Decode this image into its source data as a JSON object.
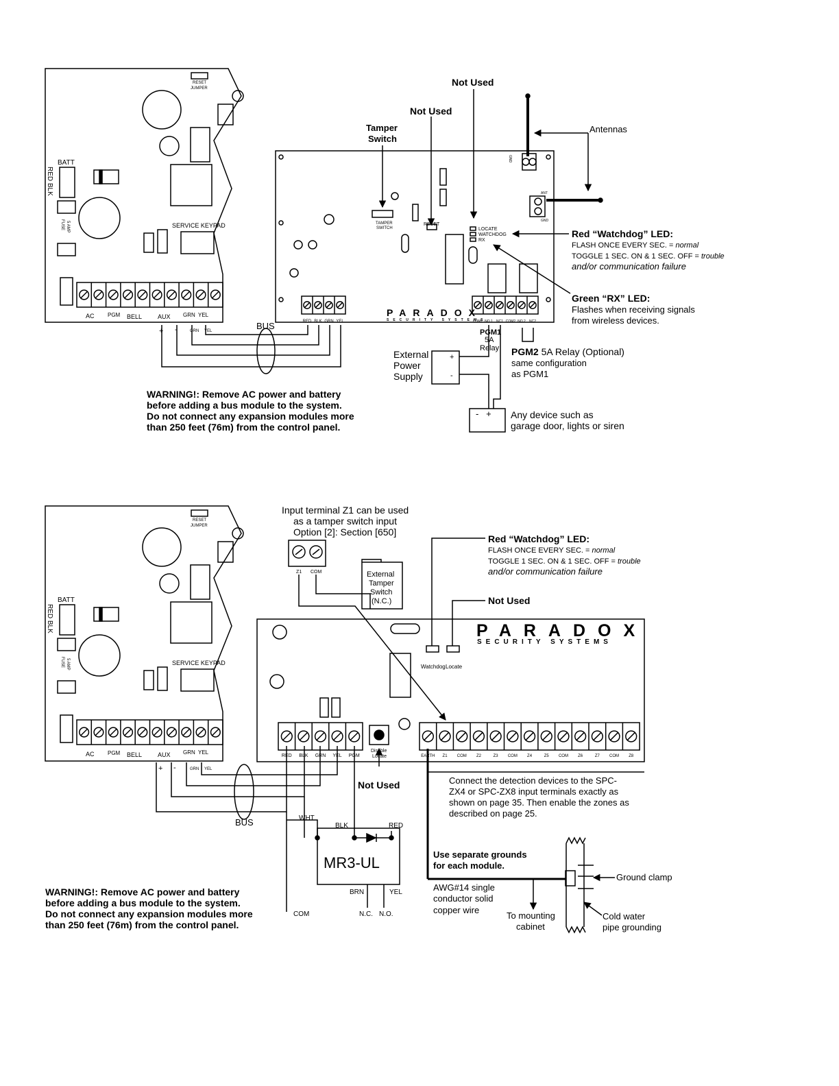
{
  "top": {
    "main_panel": {
      "reset_jumper": [
        "RESET",
        "JUMPER"
      ],
      "batt": "BATT",
      "red_blk": "RED BLK",
      "fuse": [
        "FUSE",
        "5 AMP"
      ],
      "service_keypad": "SERVICE KEYPAD",
      "terminal_groups": [
        "AC",
        "PGM",
        "BELL",
        "AUX",
        "GRN",
        "YEL"
      ],
      "bus_signs": [
        "+",
        "-"
      ],
      "bus_small": [
        "GRN",
        "YEL"
      ]
    },
    "module": {
      "tamper_switch_small": [
        "TAMPER",
        "SWITCH"
      ],
      "reset_small": "RESET",
      "leds": [
        "LOCATE",
        "WATCHDOG",
        "RX"
      ],
      "bus_terminals": [
        "RED",
        "BLK",
        "GRN",
        "YEL"
      ],
      "relay_terminals": [
        "COM1",
        "NO.1",
        "NC1",
        "COM2",
        "NO.2",
        "NC2"
      ],
      "gnd": "GND",
      "ant": "ANT",
      "logo": "PARADOX",
      "logo_sub": "SECURITY SYSTEMS"
    },
    "labels": {
      "not_used_1": "Not Used",
      "not_used_2": "Not Used",
      "tamper_switch": [
        "Tamper",
        "Switch"
      ],
      "antennas": "Antennas",
      "bus": "BUS",
      "watchdog_title": "Red “Watchdog” LED:",
      "watchdog_l1_a": "FLASH ONCE EVERY SEC. = ",
      "watchdog_l1_b": "normal",
      "watchdog_l2_a": "TOGGLE 1 SEC. ON & 1 SEC. OFF = ",
      "watchdog_l2_b": "trouble",
      "watchdog_l3": "and/or communication failure",
      "rx_title": "Green “RX” LED:",
      "rx_l1": "Flashes when receiving signals",
      "rx_l2": "from wireless devices.",
      "pgm1": [
        "PGM1",
        "5A",
        "Relay"
      ],
      "pgm2_a": "PGM2",
      "pgm2_b": "5A Relay (Optional)",
      "pgm2_l2": "same configuration",
      "pgm2_l3": "as PGM1",
      "ext_power": [
        "External",
        "Power",
        "Supply"
      ],
      "plus": "+",
      "minus": "-",
      "device_signs": "-   +",
      "any_device_l1": "Any device such as",
      "any_device_l2": "garage door, lights or siren"
    },
    "warning": [
      "WARNING!: Remove AC power and battery",
      "before adding a bus module to the system.",
      "Do not connect any expansion modules more",
      "than 250 feet (76m) from the control panel."
    ]
  },
  "bottom": {
    "input_note": [
      "Input terminal Z1 can be used",
      "as a tamper switch input",
      "Option [2]: Section [650]"
    ],
    "z1_com": [
      "Z1",
      "COM"
    ],
    "ext_tamper": [
      "External",
      "Tamper",
      "Switch",
      "(N.C.)"
    ],
    "watchdog_title": "Red “Watchdog” LED:",
    "watchdog_l1_a": "FLASH ONCE EVERY SEC. = ",
    "watchdog_l1_b": "normal",
    "watchdog_l2_a": "TOGGLE 1 SEC. ON & 1 SEC. OFF = ",
    "watchdog_l2_b": "trouble",
    "watchdog_l3": "and/or communication failure",
    "not_used_top": "Not Used",
    "logo": "PARADOX",
    "logo_sub": "SECURITY SYSTEMS",
    "leds": [
      "Watchdog",
      "Locate"
    ],
    "bus_terminals": [
      "RED",
      "BLK",
      "GRN",
      "YEL",
      "PGM"
    ],
    "disable_locate": [
      "Disable",
      "Locate"
    ],
    "zone_terminals": [
      "EARTH",
      "Z1",
      "COM",
      "Z2",
      "Z3",
      "COM",
      "Z4",
      "Z5",
      "COM",
      "Z6",
      "Z7",
      "COM",
      "Z8"
    ],
    "not_used_bottom": "Not Used",
    "connect_note": [
      "Connect the detection devices to the SPC-",
      "ZX4 or SPC-ZX8 input terminals exactly as",
      "shown on page 35. Then enable the zones as",
      "described on page 25."
    ],
    "bus": "BUS",
    "mr3": "MR3-UL",
    "mr3_wires": [
      "WHT",
      "BLK",
      "RED",
      "BRN",
      "YEL"
    ],
    "mr3_terms": [
      "COM",
      "N.C.",
      "N.O."
    ],
    "grounds": [
      "Use separate grounds",
      "for each module."
    ],
    "awg": [
      "AWG#14 single",
      "conductor solid",
      "copper wire"
    ],
    "mounting": [
      "To mounting",
      "cabinet"
    ],
    "ground_clamp": "Ground clamp",
    "cold_water": [
      "Cold water",
      "pipe grounding"
    ],
    "main_panel": {
      "reset_jumper": [
        "RESET",
        "JUMPER"
      ],
      "batt": "BATT",
      "red_blk": "RED BLK",
      "fuse": [
        "FUSE",
        "5 AMP"
      ],
      "service_keypad": "SERVICE KEYPAD",
      "terminal_groups": [
        "AC",
        "PGM",
        "BELL",
        "AUX",
        "GRN",
        "YEL"
      ],
      "bus_signs": [
        "+",
        "-"
      ],
      "bus_small": [
        "GRN",
        "YEL"
      ]
    },
    "warning": [
      "WARNING!: Remove AC power and battery",
      "before adding a bus module to the system.",
      "Do not connect any expansion modules more",
      "than 250 feet (76m) from the control panel."
    ]
  }
}
